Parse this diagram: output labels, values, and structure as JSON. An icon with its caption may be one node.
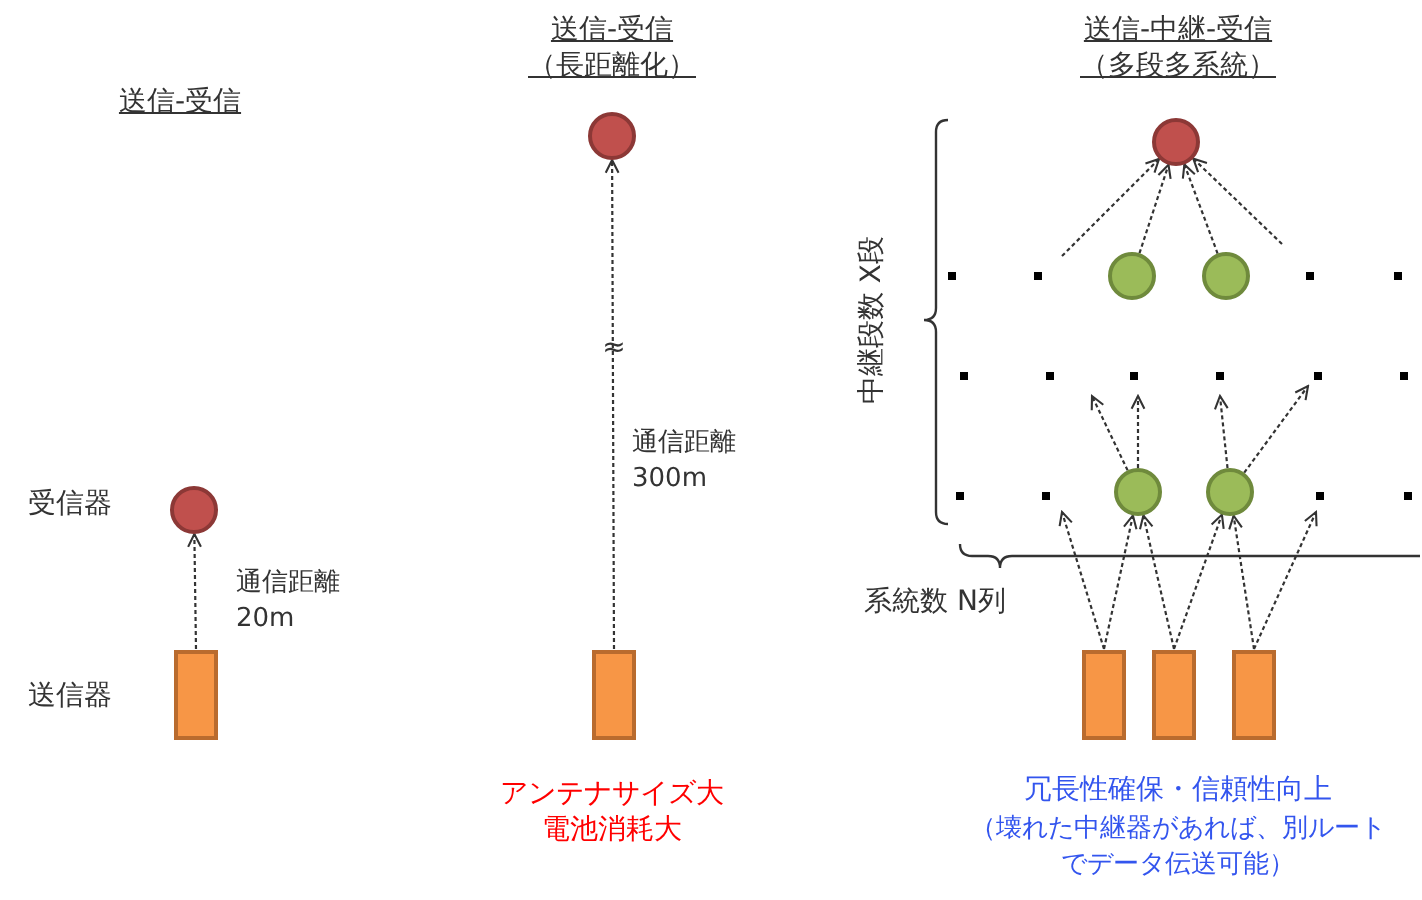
{
  "diagram": {
    "nodes": [
      {
        "text": [],
        "shape": "circle",
        "beside": [
          "受信器"
        ]
      },
      {
        "text": [],
        "shape": "bar",
        "beside": [
          "送信器"
        ]
      },
      {
        "text": [],
        "shape": "circle"
      },
      {
        "text": [],
        "shape": "bar"
      },
      {
        "text": [],
        "shape": "circle"
      },
      {
        "text": [],
        "shape": "circle"
      },
      {
        "text": [],
        "shape": "circle"
      },
      {
        "text": [],
        "shape": "circle"
      },
      {
        "text": [],
        "shape": "circle"
      },
      {
        "text": [],
        "shape": "bar"
      },
      {
        "text": [],
        "shape": "bar"
      },
      {
        "text": [],
        "shape": "bar"
      }
    ],
    "edges": [
      {
        "from": 1,
        "to": 0,
        "arrow": "to",
        "style": "dashed",
        "label": "通信距離20m"
      },
      {
        "from": 3,
        "to": 2,
        "arrow": "to",
        "style": "dashed",
        "label": "通信距離300m"
      },
      {
        "from": 9,
        "to": null,
        "arrow": "to",
        "style": "dashed"
      },
      {
        "from": 9,
        "to": 7,
        "arrow": "to",
        "style": "dashed"
      },
      {
        "from": 10,
        "to": 7,
        "arrow": "to",
        "style": "dashed"
      },
      {
        "from": 10,
        "to": 8,
        "arrow": "to",
        "style": "dashed"
      },
      {
        "from": 11,
        "to": 8,
        "arrow": "to",
        "style": "dashed"
      },
      {
        "from": 11,
        "to": null,
        "arrow": "to",
        "style": "dashed"
      },
      {
        "from": 7,
        "to": null,
        "arrow": "to",
        "style": "dashed"
      },
      {
        "from": 7,
        "to": null,
        "arrow": "to",
        "style": "dashed"
      },
      {
        "from": 8,
        "to": null,
        "arrow": "to",
        "style": "dashed"
      },
      {
        "from": 8,
        "to": null,
        "arrow": "to",
        "style": "dashed"
      },
      {
        "from": null,
        "to": 4,
        "arrow": "to",
        "style": "dashed"
      },
      {
        "from": 5,
        "to": 4,
        "arrow": "to",
        "style": "dashed"
      },
      {
        "from": 6,
        "to": 4,
        "arrow": "to",
        "style": "dashed"
      },
      {
        "from": null,
        "to": 4,
        "arrow": "to",
        "style": "dashed"
      }
    ],
    "labels": [
      "送信-受信",
      "送信-受信（長距離化）",
      "送信-中継-受信（多段多系統）",
      "≈",
      "中継段数 X段",
      "系統数 N列",
      "アンテナサイズ大電池消耗大",
      "冗長性確保・信頼性向上",
      "（壊れた中継器があれば、別ルートでデータ伝送可能）"
    ]
  }
}
